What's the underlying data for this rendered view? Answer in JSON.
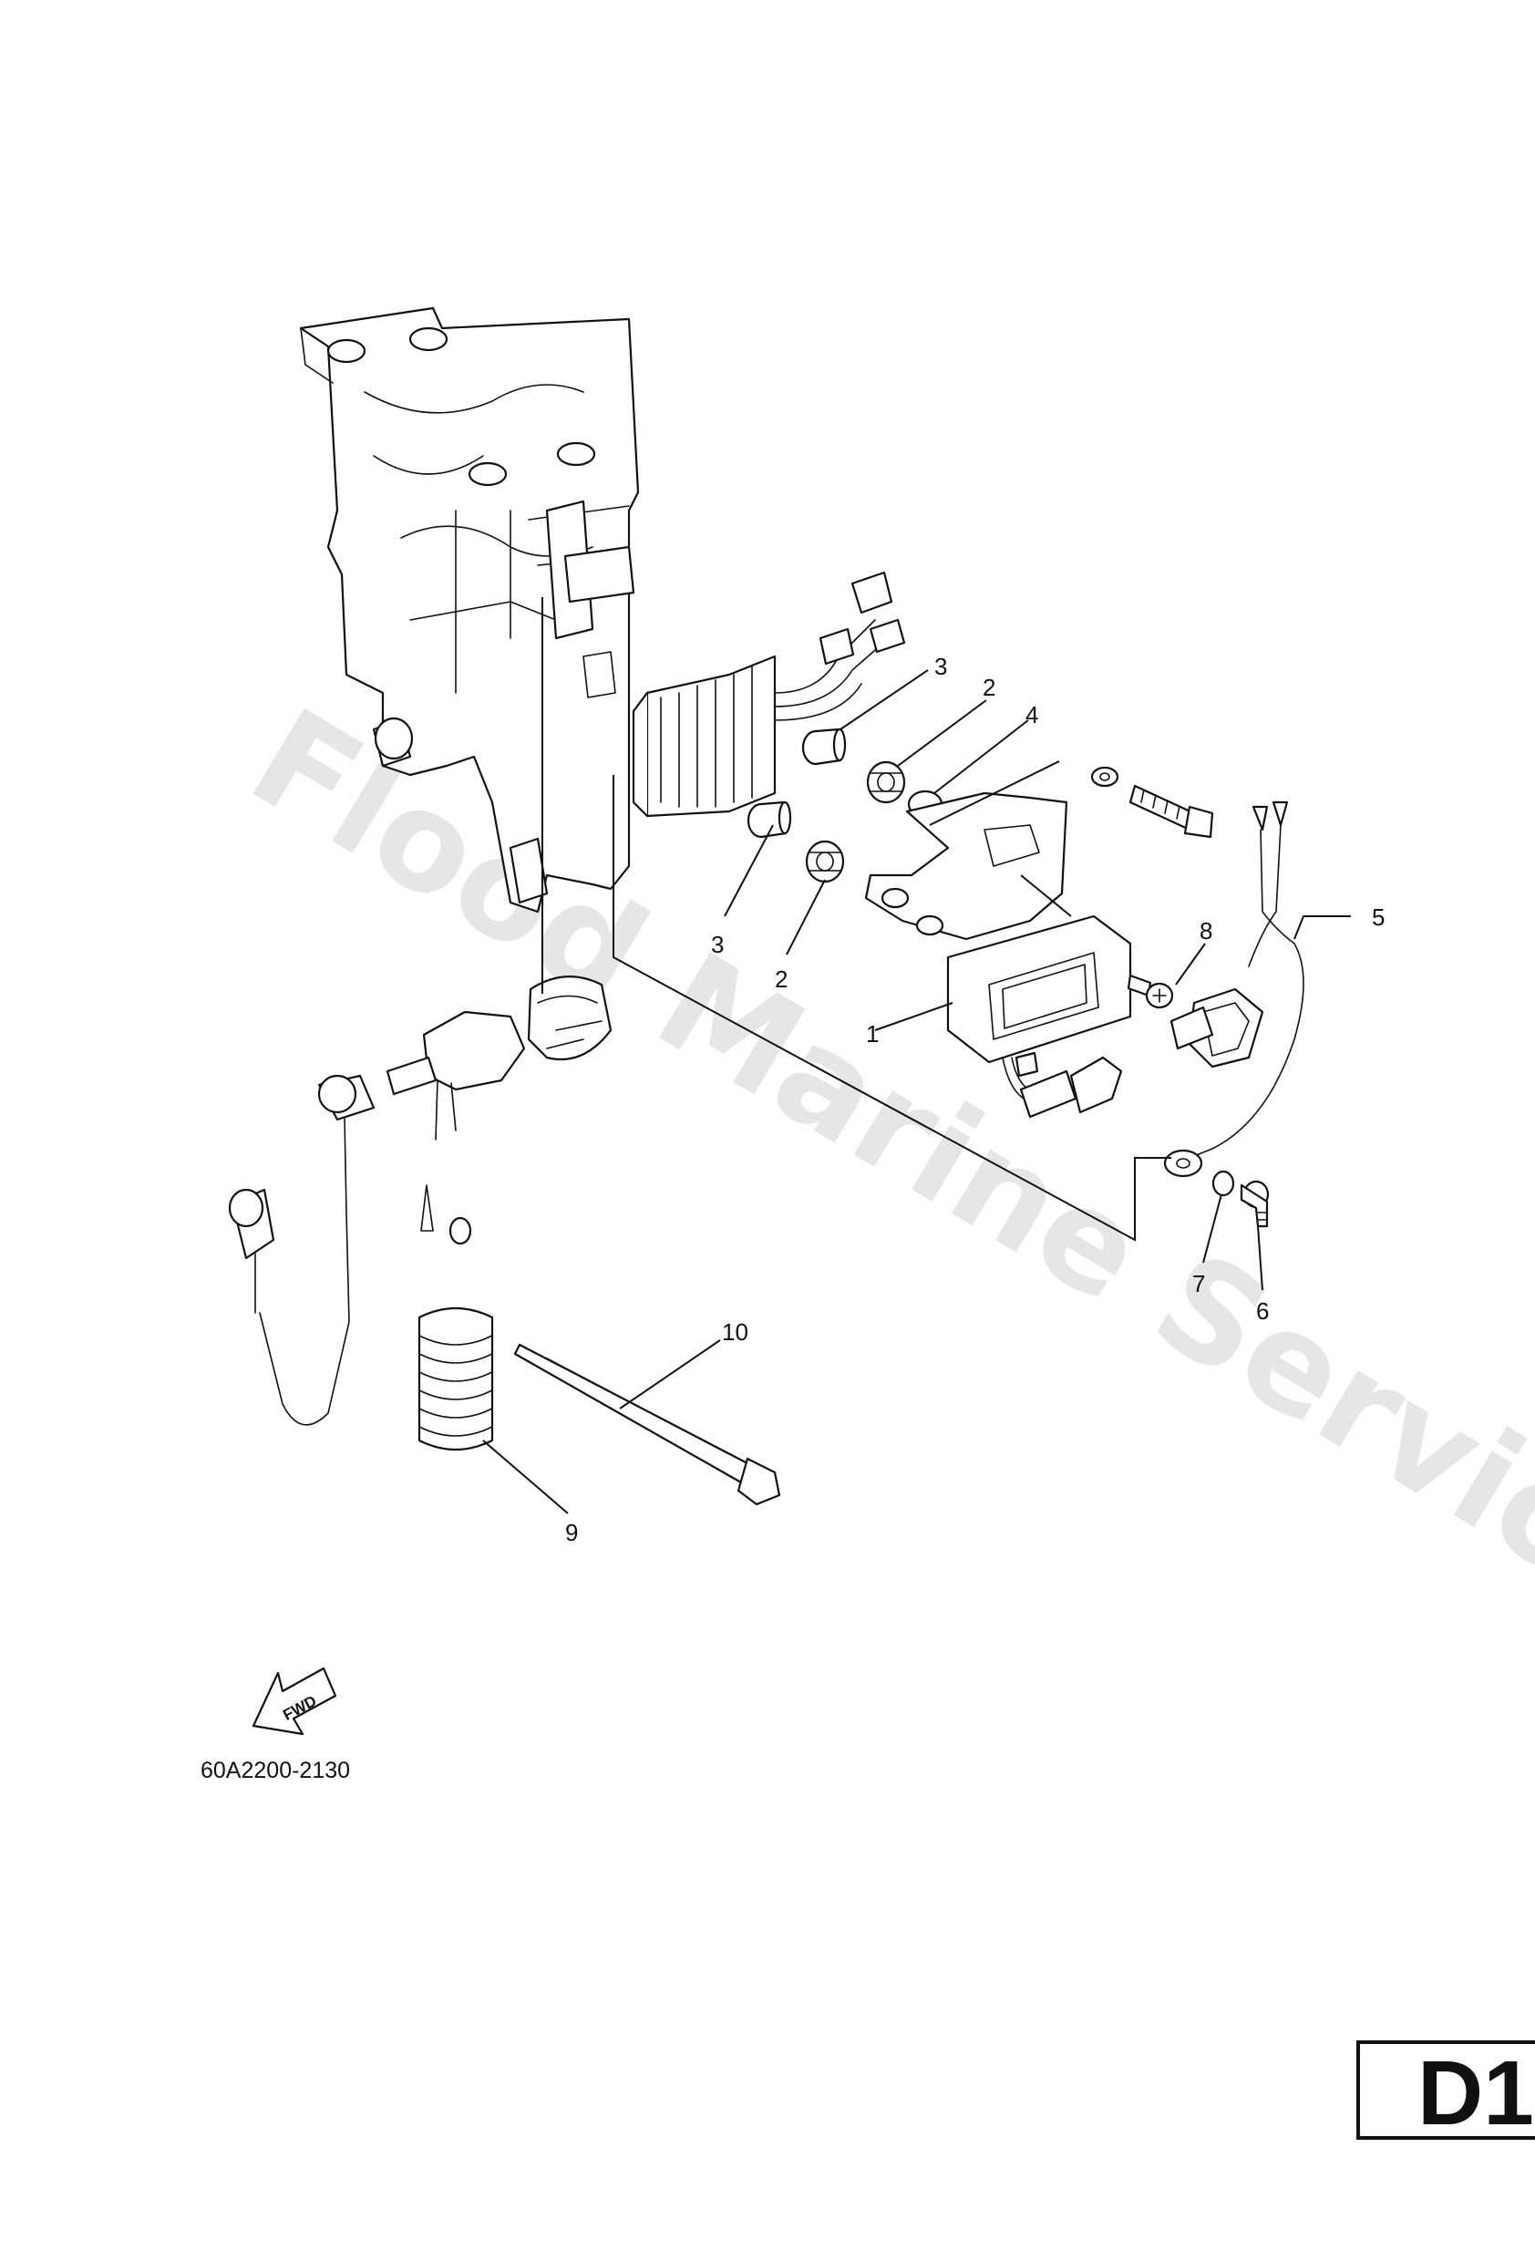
{
  "watermark": "Flood Marine Services",
  "callouts": {
    "c1": "1",
    "c2a": "2",
    "c2b": "2",
    "c3a": "3",
    "c3b": "3",
    "c4": "4",
    "c5": "5",
    "c6": "6",
    "c7": "7",
    "c8": "8",
    "c9": "9",
    "c10": "10"
  },
  "forward_label": "FWD",
  "diagram_code": "60A2200-2130",
  "page_code": "D1"
}
